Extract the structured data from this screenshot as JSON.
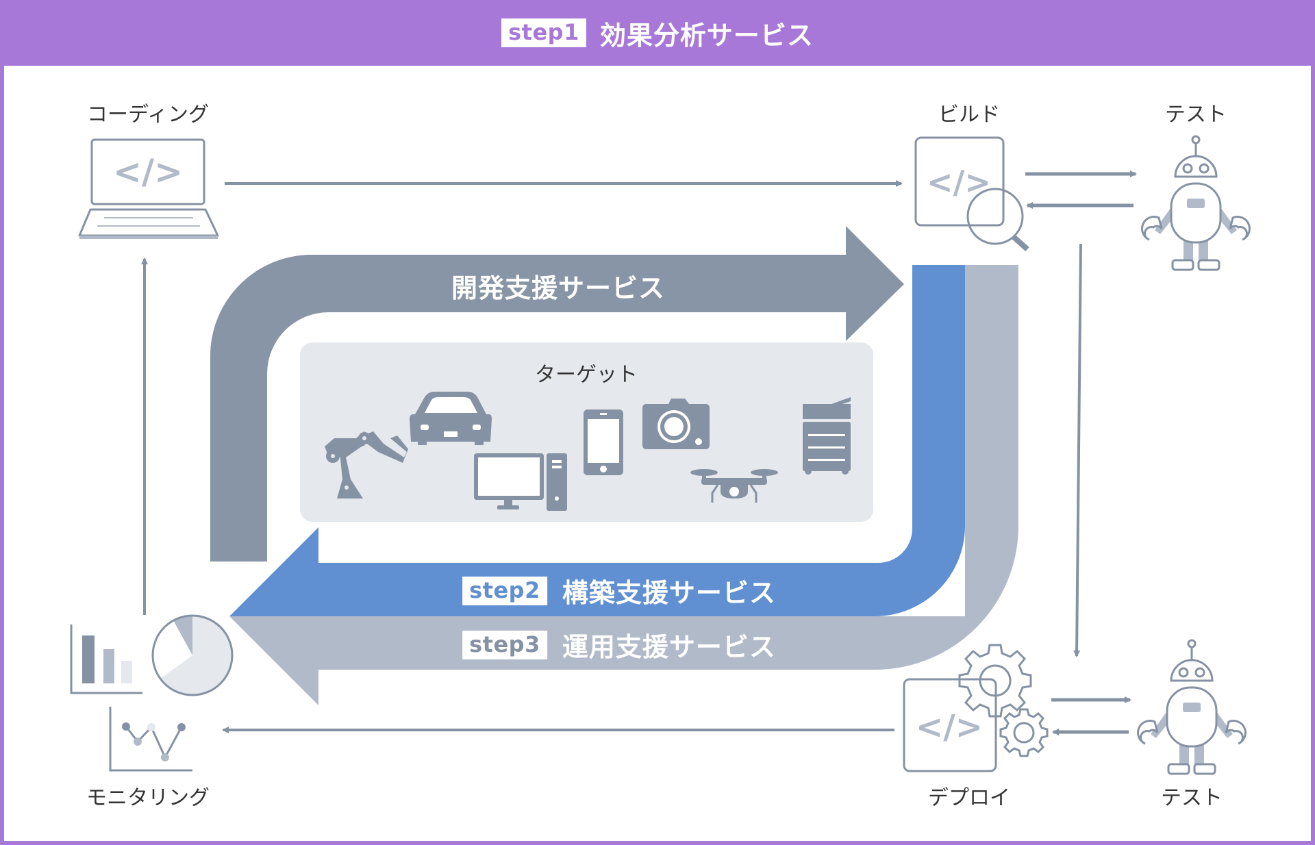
{
  "header": {
    "step_badge": "step1",
    "title": "効果分析サービス"
  },
  "colors": {
    "purple": "#A878D8",
    "dev_gray": "#8895A6",
    "build_blue": "#6090D2",
    "ops_gray": "#B1BAC8",
    "target_bg": "#E5E8EC",
    "icon_stroke": "#8592A3",
    "icon_fill_light": "#B1BAC8"
  },
  "nodes": {
    "coding": "コーディング",
    "build": "ビルド",
    "test_top": "テスト",
    "deploy": "デプロイ",
    "test_bottom": "テスト",
    "monitoring": "モニタリング"
  },
  "services": {
    "dev": "開発支援サービス",
    "build": {
      "step_badge": "step2",
      "title": "構築支援サービス"
    },
    "ops": {
      "step_badge": "step3",
      "title": "運用支援サービス"
    }
  },
  "target": {
    "title": "ターゲット",
    "icons": [
      "robot-arm",
      "car",
      "desktop-pc",
      "smartphone",
      "camera",
      "drone",
      "multifunction-printer"
    ]
  },
  "monitoring_pie": {
    "slices": [
      0.08,
      0.27,
      0.65
    ]
  }
}
